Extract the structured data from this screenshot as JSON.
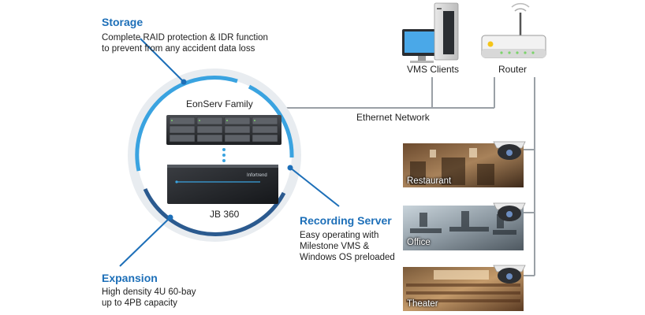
{
  "storage": {
    "title": "Storage",
    "desc_lines": [
      "Complete RAID protection & IDR function",
      "to prevent from any accident data loss"
    ]
  },
  "center": {
    "family_label": "EonServ Family",
    "jbod_label": "JB 360",
    "jbod_brand": "Infortrend"
  },
  "recording": {
    "title": "Recording Server",
    "desc_lines": [
      "Easy operating with",
      "Milestone VMS &",
      "Windows OS preloaded"
    ]
  },
  "expansion": {
    "title": "Expansion",
    "desc_lines": [
      "High density 4U 60-bay",
      "up to 4PB capacity"
    ]
  },
  "network": {
    "ethernet_label": "Ethernet Network",
    "vms_clients_label": "VMS Clients",
    "router_label": "Router"
  },
  "sites": [
    {
      "label": "Restaurant",
      "icon": "restaurant-photo"
    },
    {
      "label": "Office",
      "icon": "office-photo"
    },
    {
      "label": "Theater",
      "icon": "theater-photo"
    }
  ],
  "colors": {
    "accent_blue": "#1d6fb8",
    "ring_light": "#3aa3e0",
    "ring_dark": "#2b5a8f",
    "ring_outer": "#e8ecf0",
    "line_gray": "#9aa0a6"
  }
}
